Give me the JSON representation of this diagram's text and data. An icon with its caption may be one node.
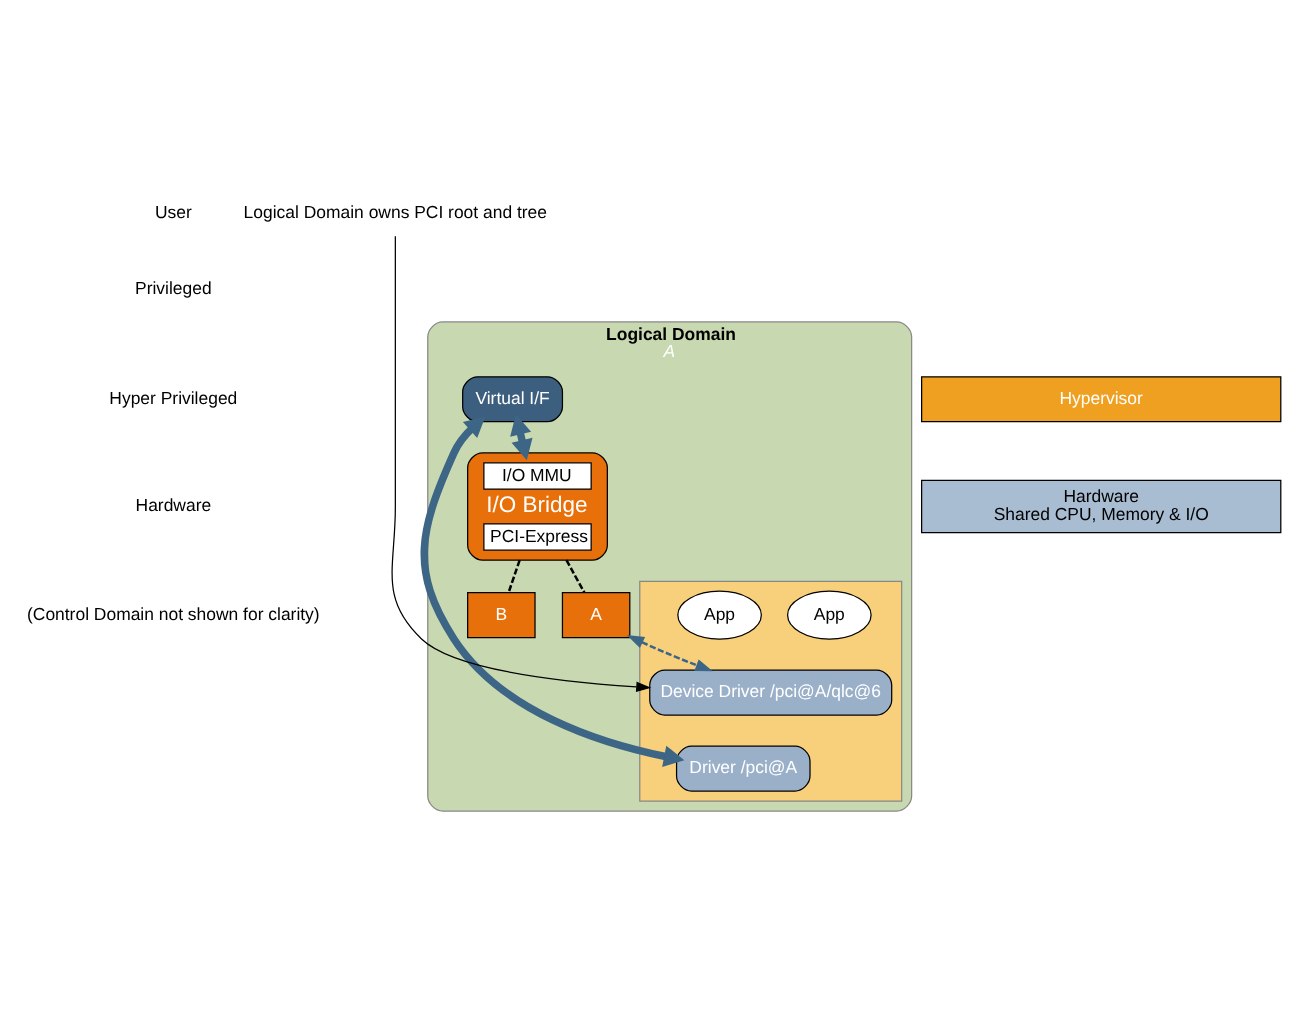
{
  "diagram": {
    "nodes": [
      {
        "text": [
          "Logical Domain",
          "A"
        ]
      },
      {
        "text": [],
        "shape": "box",
        "in": 0
      },
      {
        "text": [
          "App"
        ],
        "in": 1
      },
      {
        "text": [
          "App"
        ],
        "in": 1
      },
      {
        "text": [
          "Device Driver /pci@A/qlc@6"
        ],
        "in": 1
      },
      {
        "text": [
          "Driver /pci@A"
        ],
        "in": 1
      },
      {
        "text": [
          "Virtual I/F"
        ],
        "in": 0
      },
      {
        "text": [
          "I/O MMU",
          "I/O Bridge",
          "PCI-Express"
        ],
        "in": 0
      },
      {
        "text": [
          "A"
        ],
        "in": 0
      },
      {
        "text": [
          "B"
        ],
        "in": 0
      },
      {
        "text": [
          "Hypervisor"
        ]
      },
      {
        "text": [
          "Hardware",
          "Shared CPU, Memory & I/O"
        ]
      },
      {
        "text": [
          "Logical Domain owns PCI root and tree"
        ]
      }
    ],
    "edges": [
      {
        "from": 12,
        "to": 4,
        "arrow": "to"
      },
      {
        "from": 5,
        "to": 6,
        "arrow": "both",
        "style": "thick",
        "color": "#3d6585"
      },
      {
        "from": 6,
        "to": 7,
        "arrow": "both",
        "style": "thick",
        "color": "#3d6585"
      },
      {
        "from": 8,
        "to": 4,
        "arrow": "both",
        "style": "dashed",
        "color": "#3d6585"
      },
      {
        "from": 7,
        "to": 8,
        "arrow": "none",
        "style": "dashed"
      },
      {
        "from": 7,
        "to": 9,
        "arrow": "none",
        "style": "dashed"
      }
    ],
    "labels": [
      "User",
      "Privileged",
      "Hyper Privileged",
      "Hardware",
      "(Control Domain not shown for clarity)"
    ]
  }
}
